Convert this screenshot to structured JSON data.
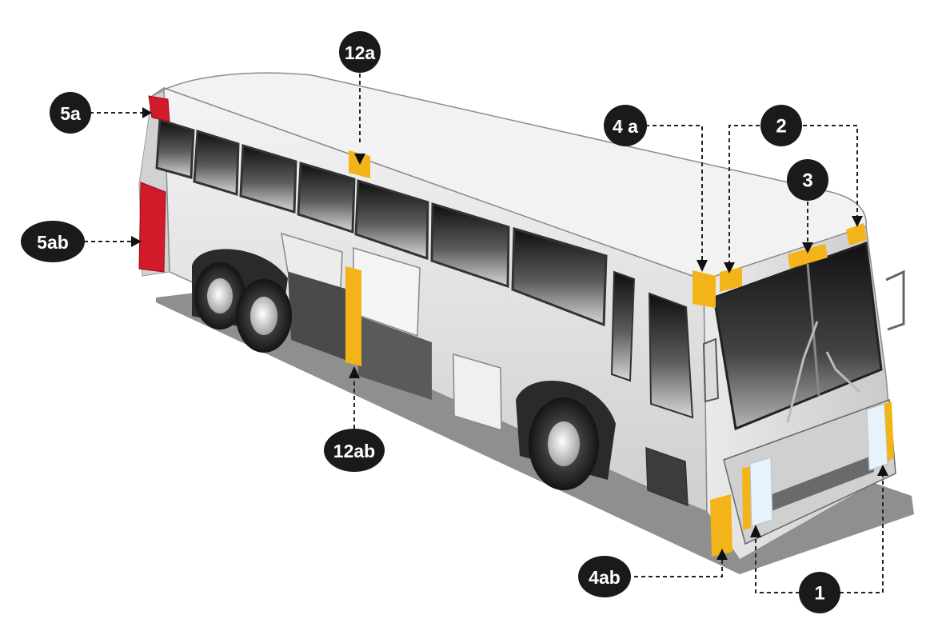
{
  "callouts": {
    "c12a": "12a",
    "c5a": "5a",
    "c5ab": "5ab",
    "c4a": "4 a",
    "c2": "2",
    "c3": "3",
    "c12ab": "12ab",
    "c4ab": "4ab",
    "c1": "1"
  },
  "colors": {
    "background": "#ffffff",
    "shadow": "#8f8f8f",
    "body": "#e4e4e4",
    "roof": "#f2f2f2",
    "glass_dark": "#1c1c1c",
    "amber_marking": "#f2b418",
    "red_marking": "#d11a2a",
    "white_marking": "#e6f3fb",
    "badge": "#1a1a1a",
    "leader_line": "#222222"
  }
}
